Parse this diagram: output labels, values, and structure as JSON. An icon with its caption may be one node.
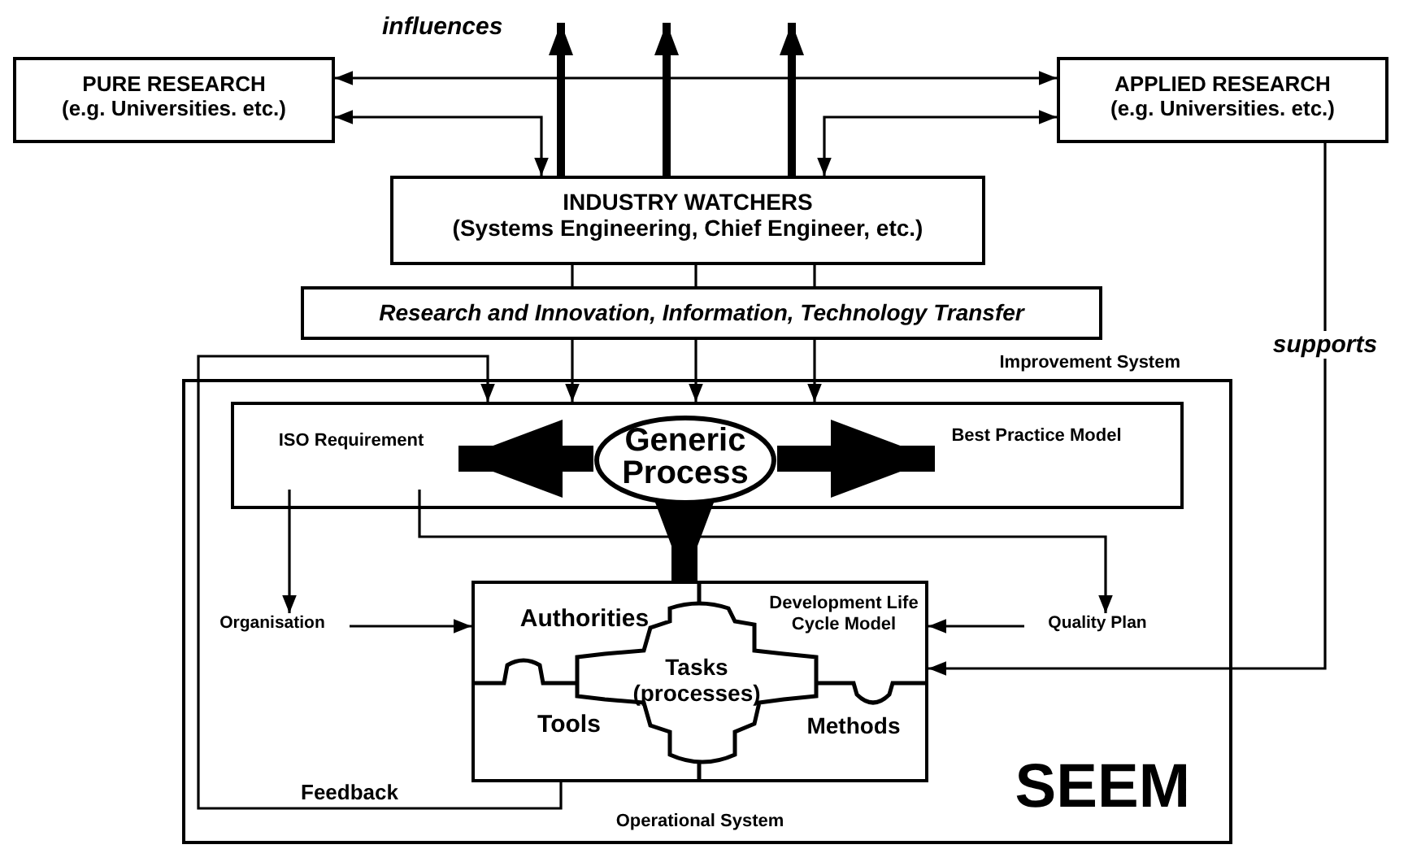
{
  "diagram": {
    "nodes": [
      {
        "text": [
          "PURE RESEARCH",
          "(e.g. Universities. etc.)"
        ]
      },
      {
        "text": [
          "APPLIED RESEARCH",
          "(e.g. Universities. etc.)"
        ]
      },
      {
        "text": [
          "INDUSTRY WATCHERS",
          "(Systems Engineering, Chief Engineer, etc.)"
        ]
      },
      {
        "text": [
          "Research and Innovation, Information, Technology Transfer"
        ]
      },
      {
        "text": [
          "Improvement System",
          "SEEM"
        ]
      },
      {
        "text": [],
        "shape": "box",
        "in": 4
      },
      {
        "text": [
          "ISO Requirement"
        ],
        "in": 5
      },
      {
        "text": [
          "Generic Process"
        ],
        "in": 5
      },
      {
        "text": [
          "Best Practice Model"
        ],
        "in": 5
      },
      {
        "text": [
          "Organisation"
        ],
        "in": 4
      },
      {
        "text": [
          "Quality Plan"
        ],
        "in": 4
      },
      {
        "text": [],
        "shape": "box",
        "in": 4,
        "beside": [
          "Operational System"
        ]
      },
      {
        "text": [
          "Authorities"
        ],
        "in": 11
      },
      {
        "text": [
          "Development Life Cycle Model"
        ],
        "in": 11
      },
      {
        "text": [
          "Tasks (processes)"
        ],
        "in": 11
      },
      {
        "text": [
          "Tools"
        ],
        "in": 11
      },
      {
        "text": [
          "Methods"
        ],
        "in": 11
      }
    ],
    "edges": [
      {
        "from": 0,
        "to": 1,
        "arrow": "both"
      },
      {
        "from": 0,
        "to": 2,
        "arrow": "both"
      },
      {
        "from": 1,
        "to": 2,
        "arrow": "both"
      },
      {
        "from": 2,
        "to": null,
        "arrow": "to",
        "style": "thick"
      },
      {
        "from": 2,
        "to": null,
        "arrow": "to",
        "style": "thick"
      },
      {
        "from": 2,
        "to": null,
        "arrow": "to",
        "style": "thick"
      },
      {
        "from": 2,
        "to": 3,
        "arrow": "none"
      },
      {
        "from": 2,
        "to": 3,
        "arrow": "none"
      },
      {
        "from": 2,
        "to": 3,
        "arrow": "none"
      },
      {
        "from": 3,
        "to": 5,
        "arrow": "to"
      },
      {
        "from": 3,
        "to": 5,
        "arrow": "to"
      },
      {
        "from": 3,
        "to": 5,
        "arrow": "to"
      },
      {
        "from": 11,
        "to": 5,
        "arrow": "to",
        "label": "Feedback"
      },
      {
        "from": 7,
        "to": 6,
        "arrow": "to",
        "style": "thick"
      },
      {
        "from": 7,
        "to": 8,
        "arrow": "to",
        "style": "thick"
      },
      {
        "from": 7,
        "to": 11,
        "arrow": "to",
        "style": "thick"
      },
      {
        "from": 6,
        "to": 9,
        "arrow": "to"
      },
      {
        "from": 6,
        "to": 10,
        "arrow": "to"
      },
      {
        "from": 9,
        "to": 11,
        "arrow": "to"
      },
      {
        "from": 10,
        "to": 11,
        "arrow": "to"
      },
      {
        "from": 1,
        "to": 11,
        "arrow": "to",
        "label": "supports"
      }
    ],
    "labels": [
      "influences"
    ]
  }
}
